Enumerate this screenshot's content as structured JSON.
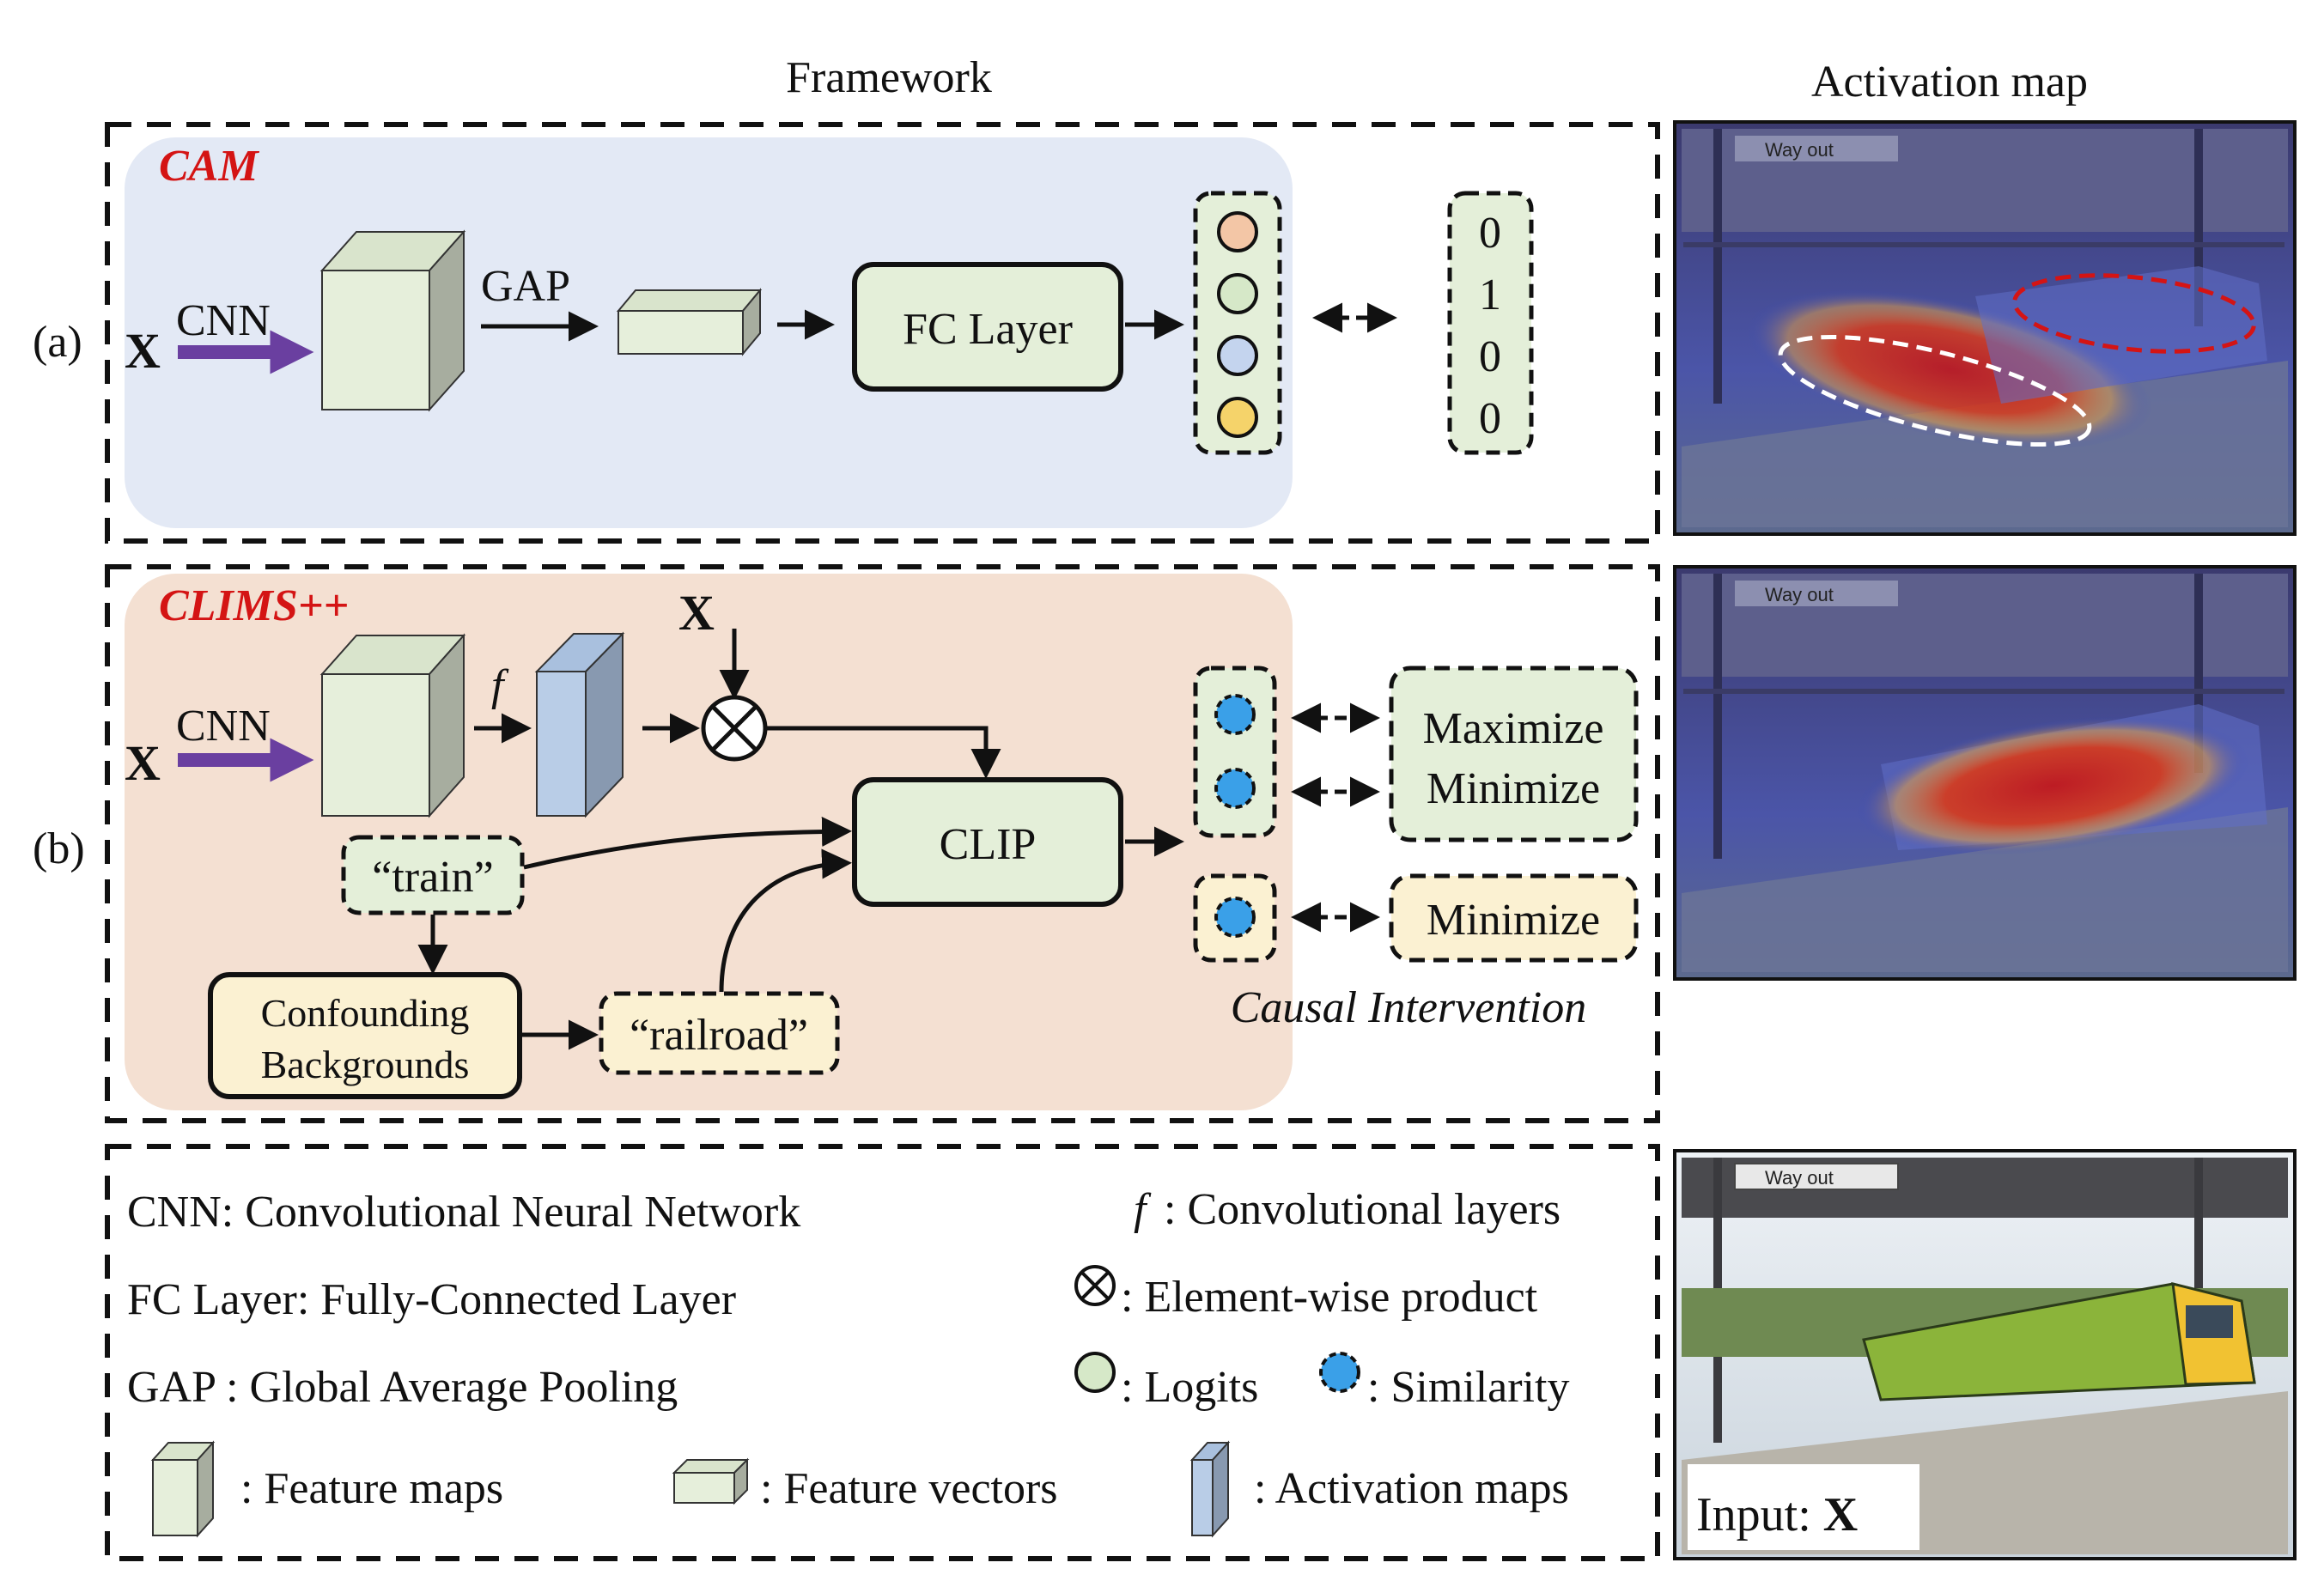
{
  "headers": {
    "framework": "Framework",
    "activation_map": "Activation map"
  },
  "panel_a": {
    "label": "(a)",
    "title": "CAM",
    "input": "X",
    "cnn": "CNN",
    "gap": "GAP",
    "fc_layer": "FC Layer",
    "logit_colors": [
      "#f3c6a6",
      "#d6e8c8",
      "#c4d4ee",
      "#f5d36a"
    ],
    "target_vector": [
      "0",
      "1",
      "0",
      "0"
    ]
  },
  "panel_b": {
    "label": "(b)",
    "title": "CLIMS++",
    "input": "X",
    "cnn": "CNN",
    "f_symbol": "f",
    "x_top": "X",
    "clip": "CLIP",
    "train": "“train”",
    "confounding_line1": "Confounding",
    "confounding_line2": "Backgrounds",
    "railroad": "“railroad”",
    "maximize": "Maximize",
    "minimize_1": "Minimize",
    "minimize_2": "Minimize",
    "causal": "Causal Intervention"
  },
  "legend": {
    "cnn": "CNN: Convolutional Neural Network",
    "fc": "FC Layer: Fully-Connected Layer",
    "gap": "GAP : Global Average Pooling",
    "f_symbol": "f",
    "f_desc": ": Convolutional layers",
    "product": ": Element-wise product",
    "logits": ": Logits",
    "similarity": ": Similarity",
    "feature_maps": ": Feature maps",
    "feature_vectors": ": Feature vectors",
    "activation_maps": ": Activation maps"
  },
  "images": {
    "sign_text": "Way out",
    "input_label": "Input: ",
    "input_x": "X"
  },
  "colors": {
    "cam_bg": "#e3e9f5",
    "clims_bg": "#f4e0d2",
    "box_green": "#e4efd9",
    "box_yellow": "#fbf1d2",
    "cube_front": "#e6efdb",
    "activation_blue": "#b9cde7",
    "arrow_purple": "#6a3fa0",
    "red": "#d41414",
    "dot_blue": "#3aa0e8"
  }
}
